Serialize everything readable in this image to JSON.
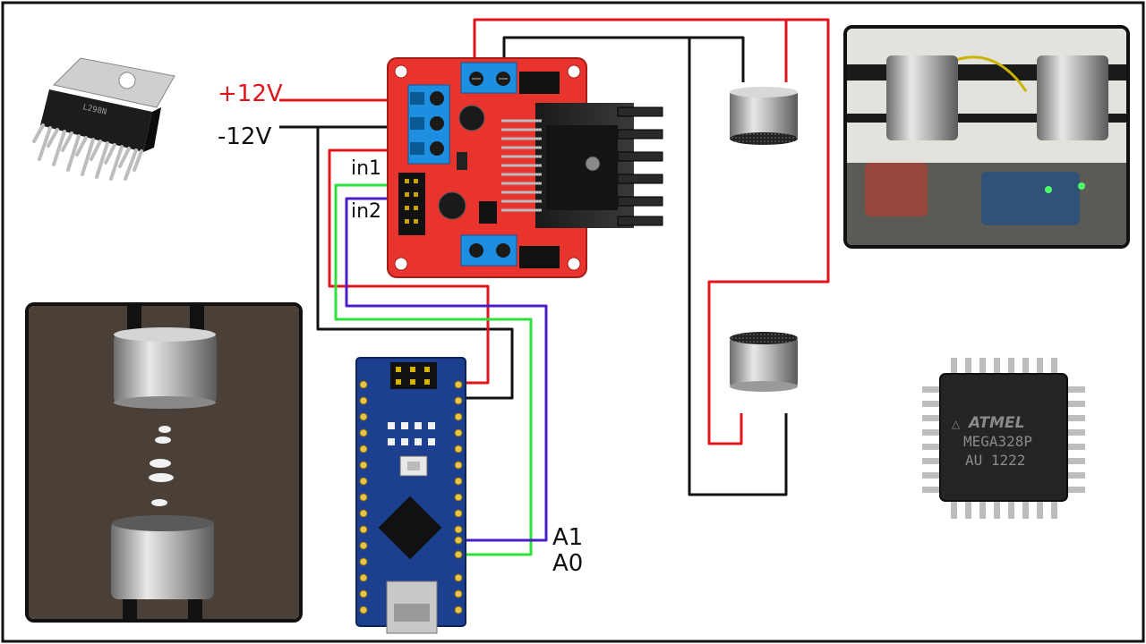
{
  "labels": {
    "plus12v": "+12V",
    "minus12v": "-12V",
    "in1": "in1",
    "in2": "in2",
    "a1": "A1",
    "a0": "A0"
  },
  "chips": {
    "l298_marking": "L298N",
    "atmel_logo": "ATMEL",
    "atmega_line1": "MEGA328P",
    "atmega_line2": "AU 1222"
  },
  "colors": {
    "power_positive": "#e0161c",
    "ground": "#111111",
    "signal_in1": "#2ee03a",
    "signal_in2": "#4a1fc9",
    "driver_board": "#e8342c",
    "nano_board": "#1d3f8f"
  }
}
